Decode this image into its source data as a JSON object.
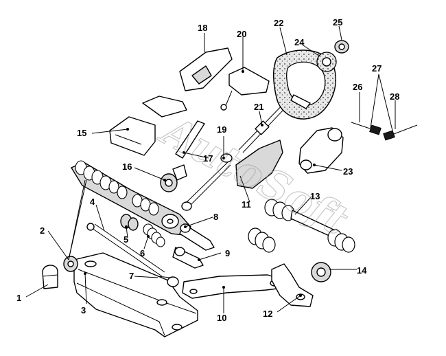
{
  "diagram": {
    "watermark": "AutoSoft",
    "callouts": [
      "1",
      "2",
      "3",
      "4",
      "5",
      "6",
      "7",
      "8",
      "9",
      "10",
      "11",
      "12",
      "13",
      "14",
      "15",
      "16",
      "17",
      "18",
      "19",
      "20",
      "21",
      "22",
      "23",
      "24",
      "25",
      "26",
      "27",
      "28"
    ]
  }
}
